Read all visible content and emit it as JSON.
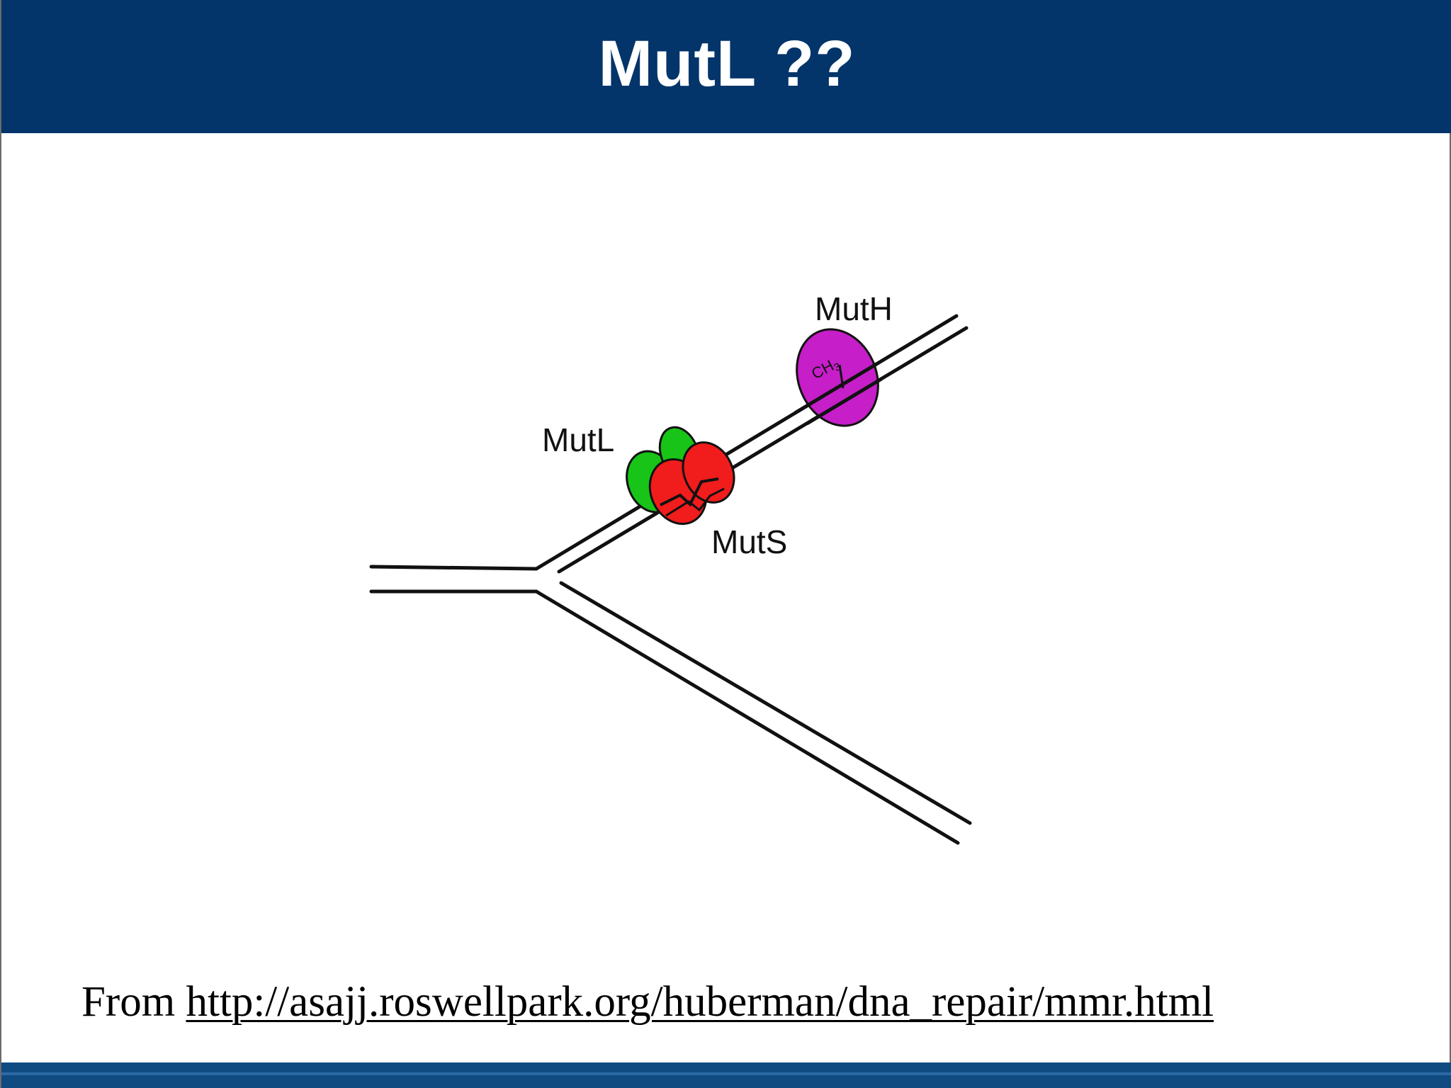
{
  "slide": {
    "title": "MutL ??"
  },
  "diagram": {
    "labels": {
      "muth": "MutH",
      "mutl": "MutL",
      "muts": "MutS",
      "methyl": "CH3"
    },
    "colors": {
      "muth": "#c61ec8",
      "mutl": "#17c417",
      "muts": "#f11c1c",
      "strand": "#111111"
    }
  },
  "caption": {
    "prefix": "From ",
    "link_text": "http://asajj.roswellpark.org/huberman/dna_repair/mmr.html"
  },
  "theme": {
    "header_color": "#03346a",
    "footer_color": "#0f4a80"
  }
}
